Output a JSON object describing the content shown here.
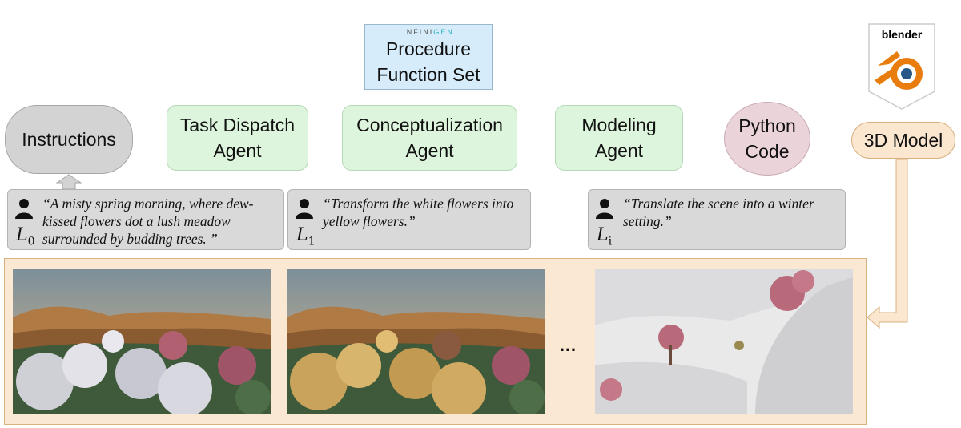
{
  "procedure": {
    "brand_prefix": "INFINI",
    "brand_suffix": "GEN",
    "line1": "Procedure",
    "line2": "Function Set"
  },
  "nodes": {
    "instructions": "Instructions",
    "task_dispatch": [
      "Task Dispatch",
      "Agent"
    ],
    "conceptualization": [
      "Conceptualization",
      "Agent"
    ],
    "modeling": [
      "Modeling",
      "Agent"
    ],
    "python": [
      "Python",
      "Code"
    ],
    "model_3d": "3D Model"
  },
  "blender": {
    "label": "blender"
  },
  "instructions_list": [
    {
      "symbol": "L",
      "sub": "0",
      "text": "“A misty spring morning, where dew-kissed flowers dot a lush meadow surrounded by budding trees. ”"
    },
    {
      "symbol": "L",
      "sub": "1",
      "text": "“Transform the white flowers into yellow flowers.”"
    },
    {
      "symbol": "L",
      "sub": "i",
      "text": "“Translate the scene into a winter setting.”"
    }
  ],
  "ellipsis": "…",
  "colors": {
    "agent_fill": "#dcf5dc",
    "instr_fill": "#d3d3d3",
    "python_fill": "#ebd3da",
    "model_fill": "#fbe7cf",
    "procedure_fill": "#d7ecfa"
  }
}
